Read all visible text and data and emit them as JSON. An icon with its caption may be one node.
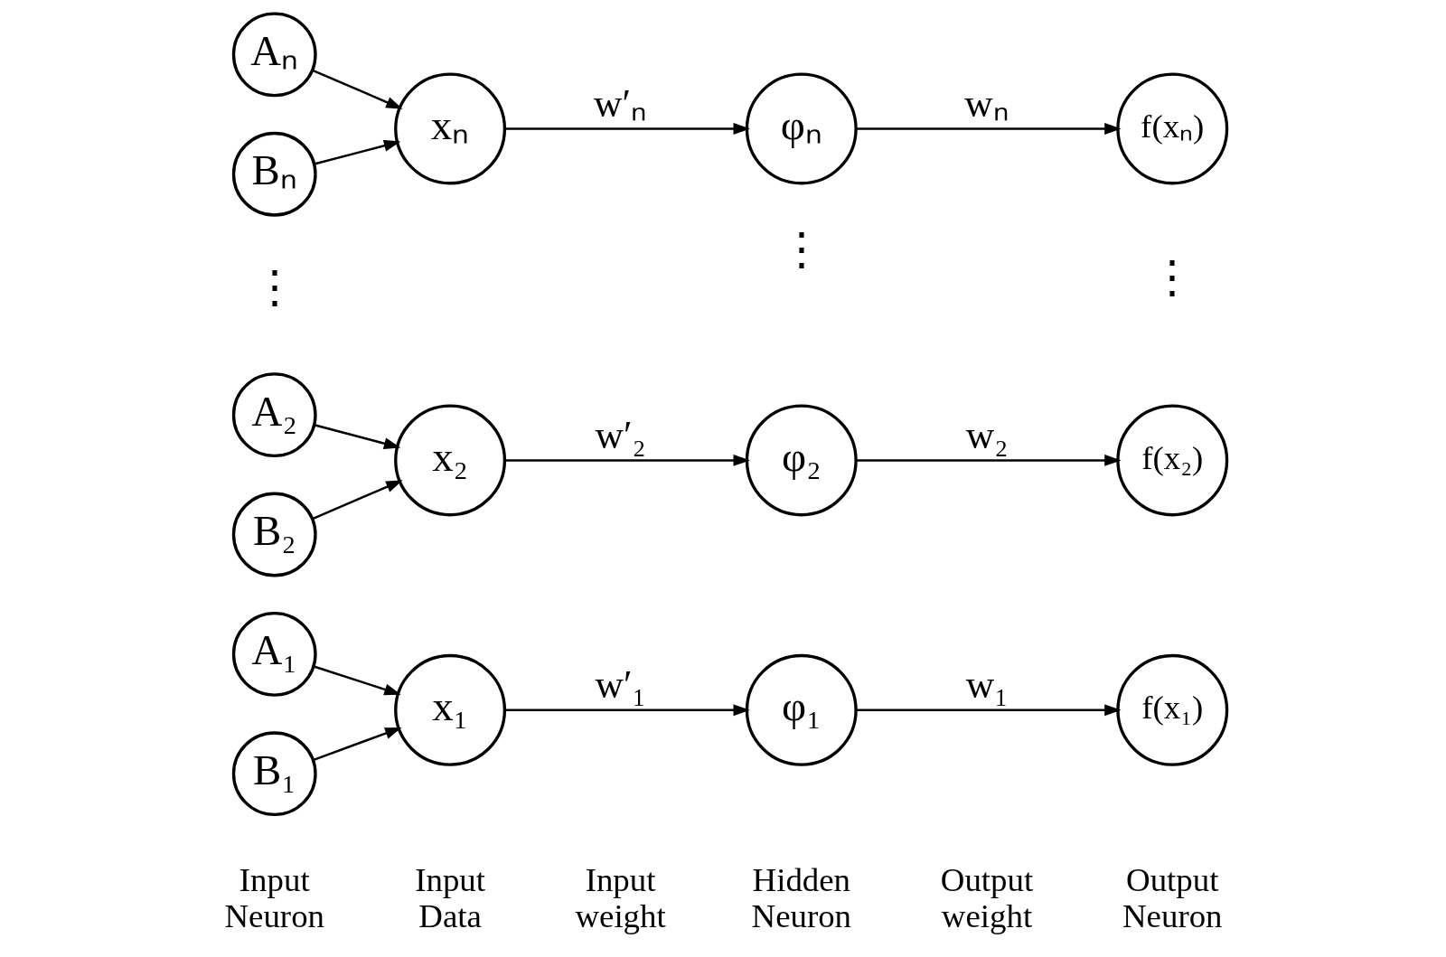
{
  "diagram": {
    "nodes": [
      {
        "text": [
          "A₁"
        ]
      },
      {
        "text": [
          "B₁"
        ]
      },
      {
        "text": [
          "x₁"
        ]
      },
      {
        "text": [
          "φ₁"
        ]
      },
      {
        "text": [
          "f(x₁)"
        ]
      },
      {
        "text": [
          "A₂"
        ]
      },
      {
        "text": [
          "B₂"
        ]
      },
      {
        "text": [
          "x₂"
        ]
      },
      {
        "text": [
          "φ₂"
        ]
      },
      {
        "text": [
          "f(x₂)"
        ]
      },
      {
        "text": [
          "Aₙ"
        ]
      },
      {
        "text": [
          "Bₙ"
        ]
      },
      {
        "text": [
          "xₙ"
        ]
      },
      {
        "text": [
          "φₙ"
        ]
      },
      {
        "text": [
          "f(xₙ)"
        ]
      }
    ],
    "edges": [
      {
        "from": 0,
        "to": 2,
        "arrow": "to"
      },
      {
        "from": 1,
        "to": 2,
        "arrow": "to"
      },
      {
        "from": 2,
        "to": 3,
        "arrow": "to",
        "label": "w′₁"
      },
      {
        "from": 3,
        "to": 4,
        "arrow": "to",
        "label": "w₁"
      },
      {
        "from": 5,
        "to": 7,
        "arrow": "to"
      },
      {
        "from": 6,
        "to": 7,
        "arrow": "to"
      },
      {
        "from": 7,
        "to": 8,
        "arrow": "to",
        "label": "w′₂"
      },
      {
        "from": 8,
        "to": 9,
        "arrow": "to",
        "label": "w₂"
      },
      {
        "from": 10,
        "to": 12,
        "arrow": "to"
      },
      {
        "from": 11,
        "to": 12,
        "arrow": "to"
      },
      {
        "from": 12,
        "to": 13,
        "arrow": "to",
        "label": "w′ₙ"
      },
      {
        "from": 13,
        "to": 14,
        "arrow": "to",
        "label": "wₙ"
      }
    ],
    "labels": [
      "Input Neuron",
      "Input Data",
      "Input weight",
      "Hidden Neuron",
      "Output weight",
      "Output Neuron",
      "⋮",
      "⋮",
      "⋮"
    ]
  }
}
